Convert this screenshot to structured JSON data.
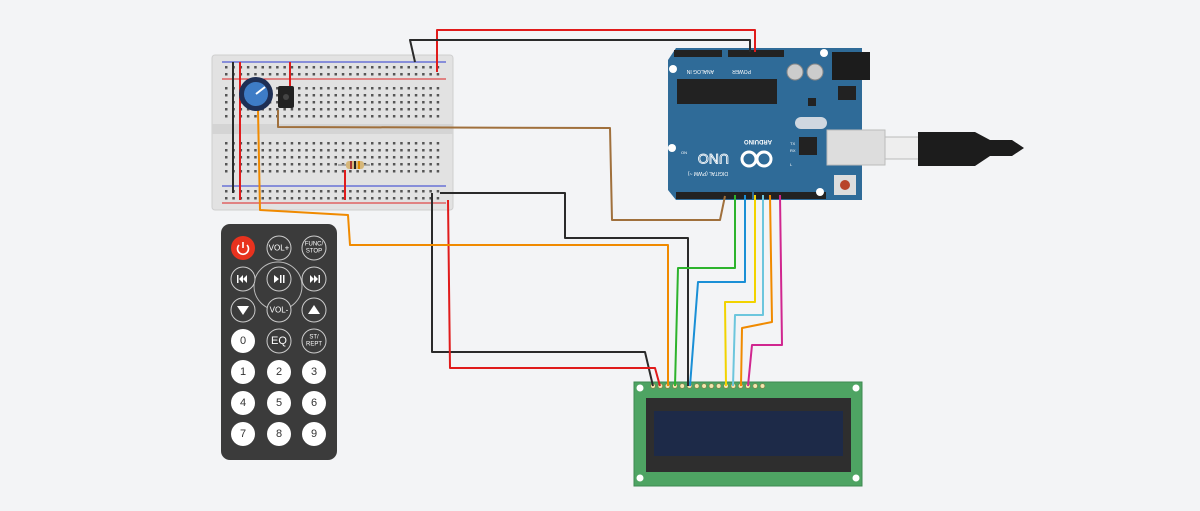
{
  "remote": {
    "buttons": [
      {
        "label": "",
        "icon": "power-icon",
        "style": "red"
      },
      {
        "label": "VOL+",
        "style": "dark"
      },
      {
        "label": "FUNC/ STOP",
        "style": "dark"
      },
      {
        "label": "",
        "icon": "skip-back-icon",
        "style": "dark"
      },
      {
        "label": "",
        "icon": "play-pause-icon",
        "style": "dark"
      },
      {
        "label": "",
        "icon": "skip-forward-icon",
        "style": "dark"
      },
      {
        "label": "",
        "icon": "down-triangle-icon",
        "style": "dark"
      },
      {
        "label": "VOL-",
        "style": "dark"
      },
      {
        "label": "",
        "icon": "up-triangle-icon",
        "style": "dark"
      },
      {
        "label": "0",
        "style": "white"
      },
      {
        "label": "EQ",
        "style": "dark"
      },
      {
        "label": "ST/ REPT",
        "style": "dark"
      },
      {
        "label": "1",
        "style": "white"
      },
      {
        "label": "2",
        "style": "white"
      },
      {
        "label": "3",
        "style": "white"
      },
      {
        "label": "4",
        "style": "white"
      },
      {
        "label": "5",
        "style": "white"
      },
      {
        "label": "6",
        "style": "white"
      },
      {
        "label": "7",
        "style": "white"
      },
      {
        "label": "8",
        "style": "white"
      },
      {
        "label": "9",
        "style": "white"
      }
    ]
  },
  "arduino": {
    "model": "UNO",
    "brand": "ARDUINO",
    "analog_label": "ANALOG IN",
    "power_label": "POWER",
    "digital_label": "DIGITAL (PWM ~)",
    "on_label": "ON",
    "tx_label": "TX",
    "rx_label": "RX",
    "l_label": "L",
    "board_color": "#2f6b98"
  },
  "colors": {
    "wire_red": "#e01b1b",
    "wire_black": "#2a2a2a",
    "wire_brown": "#a0703c",
    "wire_orange": "#f08a00",
    "wire_green": "#2db32d",
    "wire_blue": "#1a8fd6",
    "wire_yellow": "#f2d300",
    "wire_lightblue": "#6cc6dd",
    "wire_magenta": "#d0268f",
    "lcd_board": "#4ea463",
    "lcd_screen": "#1d2a48"
  }
}
